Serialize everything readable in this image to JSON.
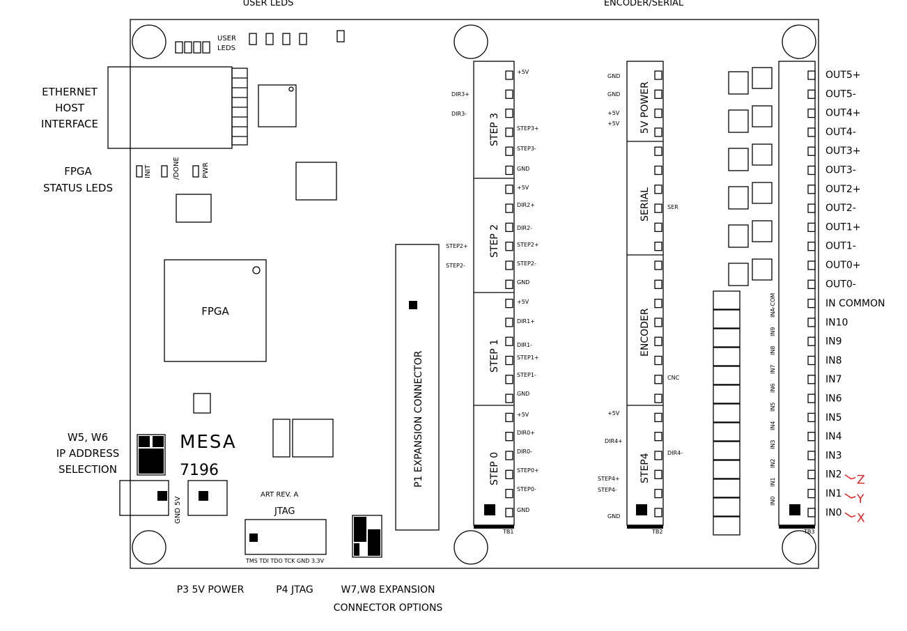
{
  "header": {
    "user_leds": "USER LEDS",
    "encoder_serial": "ENCODER/SERIAL"
  },
  "left_labels": {
    "ethernet": [
      "ETHERNET",
      "HOST",
      "INTERFACE"
    ],
    "fpga_status": [
      "FPGA",
      "STATUS LEDS"
    ],
    "ip_select": [
      "W5, W6",
      "IP ADDRESS",
      "SELECTION"
    ]
  },
  "bottom_labels": {
    "p3": "P3 5V POWER",
    "p4": "P4 JTAG",
    "w7w8": "W7,W8 EXPANSION",
    "w7w8_2": "CONNECTOR OPTIONS"
  },
  "board": {
    "fpga": "FPGA",
    "logo": "MESA",
    "model": "7196",
    "art_rev": "ART REV. A",
    "jtag": "JTAG",
    "jtag_pins": "TMS TDI TDO TCK GND 3.3V",
    "p1_connector": "P1 EXPANSION CONNECTOR",
    "user_leds_small": [
      "USER",
      "LEDS"
    ],
    "status_leds": [
      "INIT",
      "/DONE",
      "PWR"
    ],
    "gnd_5v": "GND 5V",
    "step_sections": [
      "STEP 3",
      "STEP 2",
      "STEP 1",
      "STEP 0"
    ],
    "right_sections": [
      "5V POWER",
      "SERIAL",
      "ENCODER",
      "STEP4"
    ],
    "tb1_pins": [
      "+5V",
      "STEP3+",
      "STEP3-",
      "GND",
      "+5V",
      "DIR2+",
      "DIR2-",
      "STEP2+",
      "STEP2-",
      "GND",
      "+5V",
      "DIR1+",
      "DIR1-",
      "STEP1+",
      "STEP1-",
      "GND",
      "+5V",
      "DIR0+",
      "DIR0-",
      "STEP0+",
      "STEP0-",
      "GND"
    ],
    "tb2_pins": [
      "GND",
      "GND",
      "+5V",
      "+5V",
      "SER",
      "CNC",
      "DIR4-",
      "+5V",
      "DIR4+",
      "STEP4+",
      "STEP4-",
      "GND"
    ],
    "tb_labels": [
      "TB1",
      "TB2",
      "TB3"
    ],
    "left_pin_labels": [
      "DIR3+",
      "DIR3-",
      "STEP2+",
      "STEP2-"
    ]
  },
  "outputs": [
    "OUT5+",
    "OUT5-",
    "OUT4+",
    "OUT4-",
    "OUT3+",
    "OUT3-",
    "OUT2+",
    "OUT2-",
    "OUT1+",
    "OUT1-",
    "OUT0+",
    "OUT0-"
  ],
  "inputs": [
    "IN COMMON",
    "IN10",
    "IN9",
    "IN8",
    "IN7",
    "IN6",
    "IN5",
    "IN4",
    "IN3",
    "IN2",
    "IN1",
    "IN0"
  ],
  "input_pin_labels": [
    "INA-COM",
    "IN9",
    "IN8",
    "IN7",
    "IN6",
    "IN5",
    "IN4",
    "IN3",
    "IN2",
    "IN1",
    "IN0"
  ],
  "annotations": [
    {
      "label": "Z",
      "pin": "IN2"
    },
    {
      "label": "Y",
      "pin": "IN1"
    },
    {
      "label": "X",
      "pin": "IN0"
    }
  ],
  "colors": {
    "ink": "#000000",
    "annotation": "#e02020",
    "paper": "#ffffff"
  }
}
